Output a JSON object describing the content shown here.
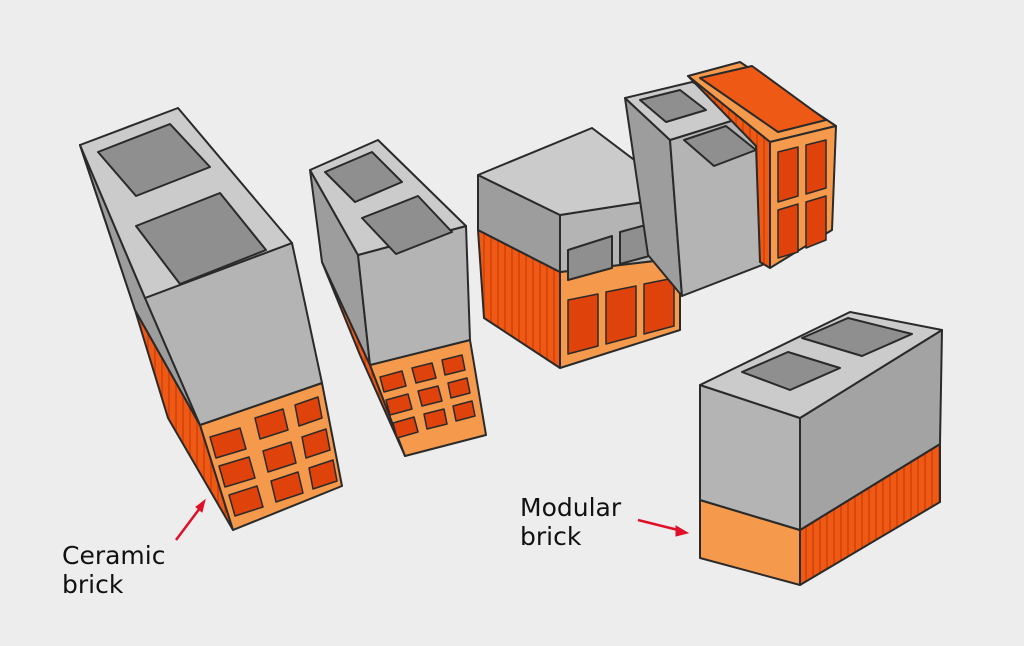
{
  "labels": {
    "ceramic": {
      "line1": "Ceramic",
      "line2": "brick"
    },
    "modular": {
      "line1": "Modular",
      "line2": "brick"
    }
  },
  "colors": {
    "background": "#ededed",
    "concrete_top": "#c9c9c9",
    "concrete_front": "#b0b0b0",
    "concrete_side": "#9a9a9a",
    "ceramic_face": "#f59a4c",
    "ceramic_side": "#ee5a15",
    "ceramic_hole": "#e0420c",
    "arrow": "#e0102a",
    "outline": "#2a2a2a"
  }
}
